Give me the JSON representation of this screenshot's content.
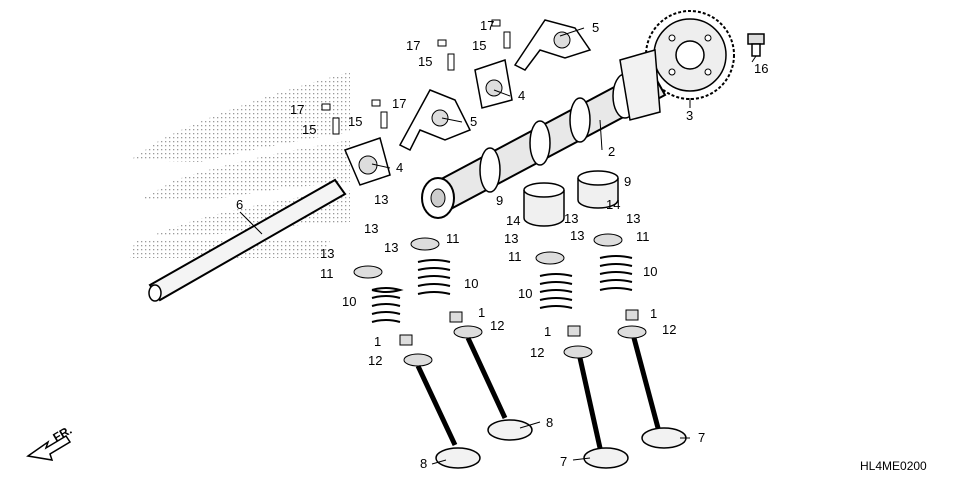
{
  "diagram": {
    "code": "HL4ME0200",
    "front_marker": "FR.",
    "labels": {
      "p1a": "1",
      "p1b": "1",
      "p1c": "1",
      "p1d": "1",
      "p2": "2",
      "p3": "3",
      "p4a": "4",
      "p4b": "4",
      "p5a": "5",
      "p5b": "5",
      "p6": "6",
      "p7a": "7",
      "p7b": "7",
      "p8a": "8",
      "p8b": "8",
      "p9a": "9",
      "p9b": "9",
      "p10a": "10",
      "p10b": "10",
      "p10c": "10",
      "p10d": "10",
      "p11a": "11",
      "p11b": "11",
      "p11c": "11",
      "p11d": "11",
      "p12a": "12",
      "p12b": "12",
      "p12c": "12",
      "p12d": "12",
      "p13a": "13",
      "p13b": "13",
      "p13c": "13",
      "p13d": "13",
      "p13e": "13",
      "p13f": "13",
      "p13g": "13",
      "p13h": "13",
      "p14a": "14",
      "p14b": "14",
      "p15a": "15",
      "p15b": "15",
      "p15c": "15",
      "p15d": "15",
      "p16": "16",
      "p17a": "17",
      "p17b": "17",
      "p17c": "17",
      "p17d": "17"
    }
  }
}
